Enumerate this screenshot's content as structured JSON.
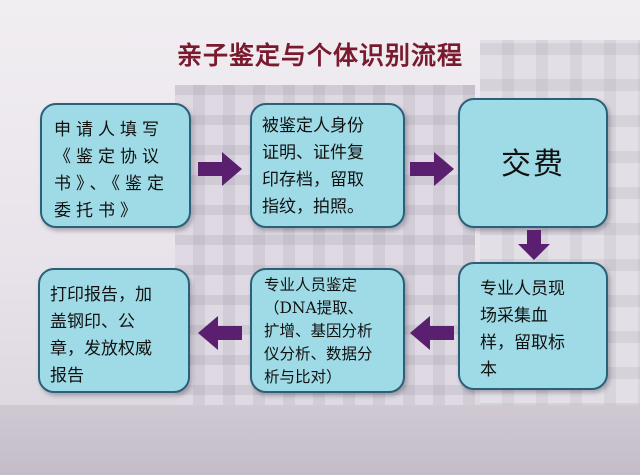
{
  "title": "亲子鉴定与个体识别流程",
  "steps": [
    {
      "text": "申请人填写\n《鉴定协议\n书》、《鉴定\n委托书》"
    },
    {
      "text": "被鉴定人身份\n证明、证件复\n印存档，留取\n指纹，拍照。"
    },
    {
      "text": "交费"
    },
    {
      "text": "专业人员现\n场采集血\n样，留取标\n本"
    },
    {
      "text": "专业人员鉴定\n（DNA提取、\n扩增、基因分析\n仪分析、数据分\n析与比对）"
    },
    {
      "text": "打印报告，加\n盖钢印、公\n章，发放权威\n报告"
    }
  ],
  "colors": {
    "box_fill": "#9fdbe6",
    "box_border": "#2c5f78",
    "arrow": "#5a1f6e",
    "title": "#7a1a2e"
  }
}
